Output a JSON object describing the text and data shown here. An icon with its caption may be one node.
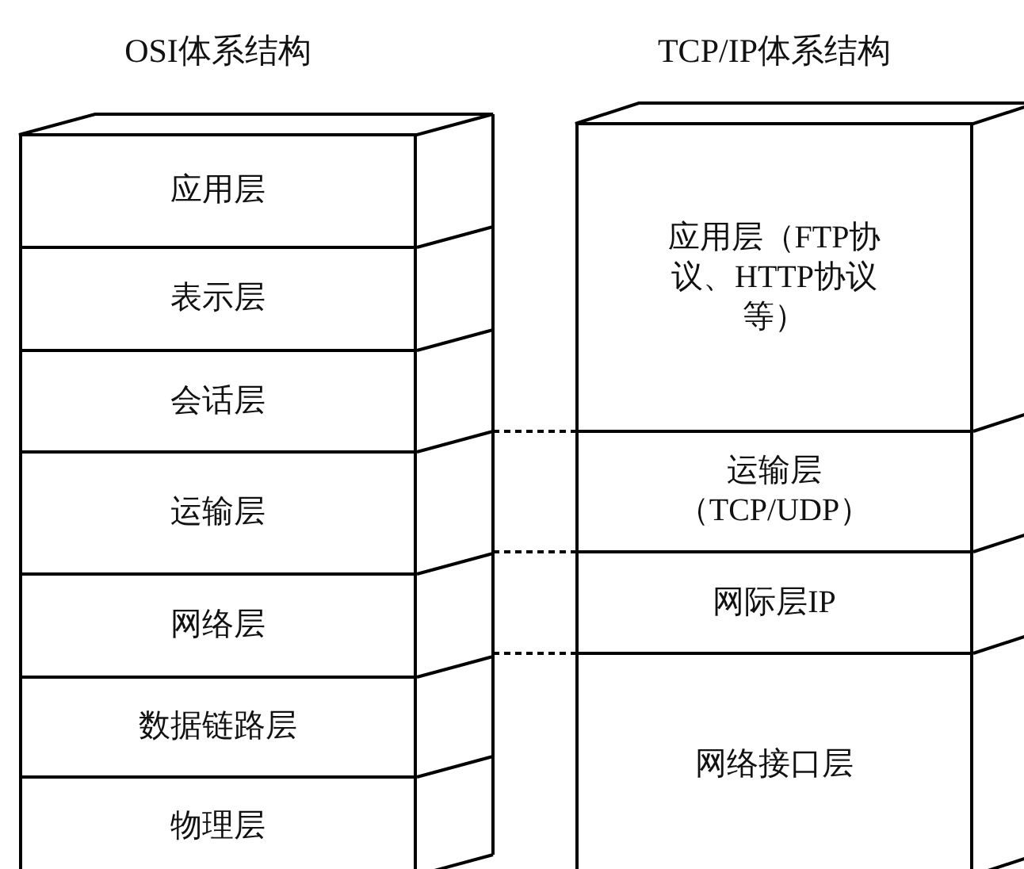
{
  "diagram": {
    "nodes": [
      {
        "text": [
          "OSI体系结构"
        ]
      },
      {
        "text": [
          "应用层"
        ],
        "in": 0
      },
      {
        "text": [
          "表示层"
        ],
        "in": 0
      },
      {
        "text": [
          "会话层"
        ],
        "in": 0
      },
      {
        "text": [
          "运输层"
        ],
        "in": 0
      },
      {
        "text": [
          "网络层"
        ],
        "in": 0
      },
      {
        "text": [
          "数据链路层"
        ],
        "in": 0
      },
      {
        "text": [
          "物理层"
        ],
        "in": 0
      },
      {
        "text": [
          "TCP/IP体系结构"
        ]
      },
      {
        "text": [
          "应用层（FTP协议、HTTP协议等）"
        ],
        "in": 8
      },
      {
        "text": [
          "运输层（TCP/UDP）"
        ],
        "in": 8
      },
      {
        "text": [
          "网际层IP"
        ],
        "in": 8
      },
      {
        "text": [
          "网络接口层"
        ],
        "in": 8
      }
    ],
    "edges": [
      {
        "from": 0,
        "to": 8,
        "arrow": "none",
        "style": "dashed"
      },
      {
        "from": 0,
        "to": 8,
        "arrow": "none",
        "style": "dashed"
      },
      {
        "from": 0,
        "to": 8,
        "arrow": "none",
        "style": "dashed"
      }
    ]
  }
}
